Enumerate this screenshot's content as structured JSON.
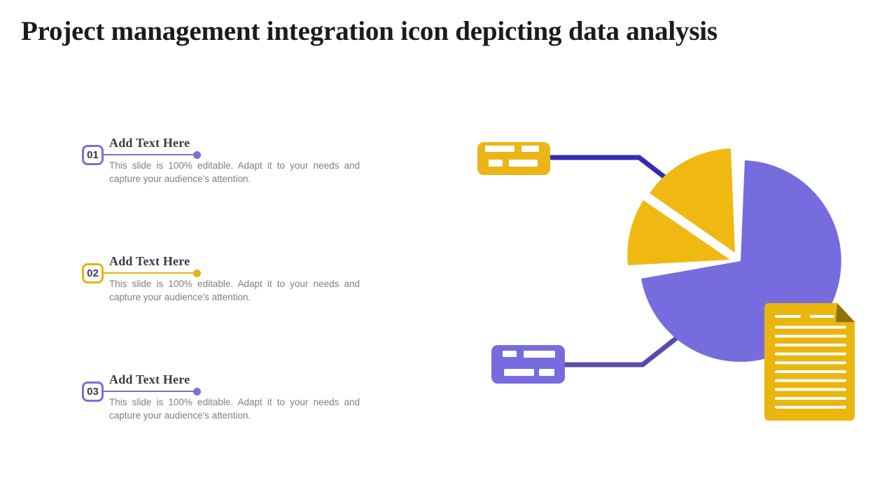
{
  "slide": {
    "title": "Project management integration icon depicting data analysis",
    "background": "#ffffff"
  },
  "list": {
    "items": [
      {
        "number": "01",
        "accent": "purple",
        "heading": "Add Text Here",
        "body": "This slide is 100% editable. Adapt it to your needs and capture your audience's attention."
      },
      {
        "number": "02",
        "accent": "gold",
        "heading": "Add Text Here",
        "body": "This slide is 100% editable. Adapt it to your needs and capture your audience's attention."
      },
      {
        "number": "03",
        "accent": "purple",
        "heading": "Add Text Here",
        "body": "This slide is 100% editable. Adapt it to your needs and capture your audience's attention."
      }
    ]
  },
  "graphic": {
    "pie": {
      "type": "pie",
      "slices": [
        {
          "name": "main-slice",
          "color": "#766CDE",
          "sweep_deg": 258
        },
        {
          "name": "upper-wedge",
          "color": "#EFB912",
          "sweep_deg": 52
        },
        {
          "name": "exploded-wedge",
          "color": "#EFB912",
          "sweep_deg": 38,
          "exploded": true
        }
      ]
    },
    "document": {
      "split_first_row": true,
      "full_line_count": 10
    },
    "cards": [
      {
        "name": "data-card-gold",
        "color": "#ECB517",
        "rows": 2
      },
      {
        "name": "data-card-purple",
        "color": "#776CDF",
        "rows": 2
      }
    ]
  },
  "colors": {
    "purpleAccent": "#7B70D6",
    "goldAccent": "#E4B414",
    "piePurple": "#766CDE",
    "pieGold": "#EFB912",
    "cardGold": "#ECB517",
    "cardPurple": "#776CDF",
    "connectorBlue": "#342BB2",
    "connectorPurple": "#584CAA",
    "docGold": "#EAB60E",
    "docFold": "#8F730A",
    "headingText": "#3F3A39",
    "bodyText": "#7F7F7F",
    "titleText": "#1B1B1B"
  }
}
